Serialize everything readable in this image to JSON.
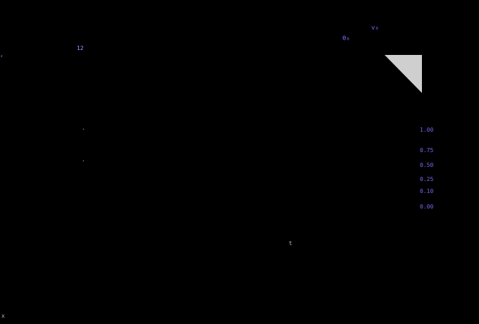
{
  "colors": {
    "background": "#000000",
    "accent_purple": "#7b68ee",
    "triangle_gray": "#cfcfcf",
    "muted_gray": "#b9b9b9",
    "bluish": "#8fa0ff"
  },
  "labels": {
    "edge_left": "‹",
    "left_top": "12",
    "left_tick_1": "·",
    "left_tick_2": "·",
    "top_right_1": "v₀",
    "top_right_2": "θ₀",
    "bottom_mid": "t",
    "bottom_left": "x"
  },
  "right_ticks": [
    "1.00",
    "0.75",
    "0.50",
    "0.25",
    "0.10",
    "0.00"
  ]
}
